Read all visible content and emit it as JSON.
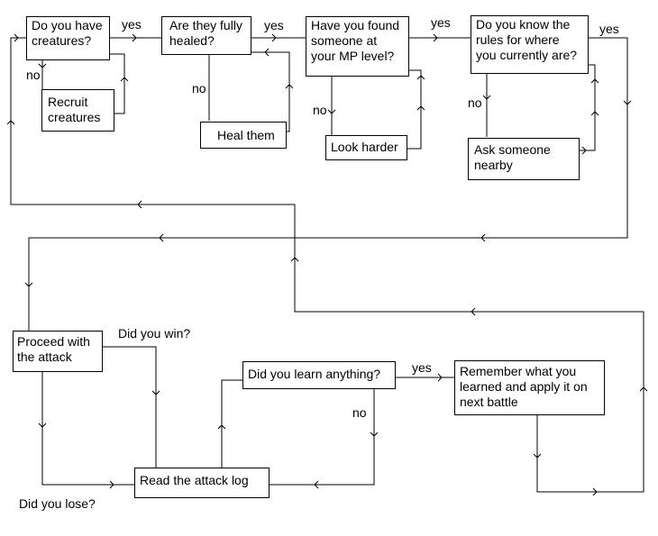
{
  "nodes": {
    "have_creatures": "Do you have\ncreatures?",
    "recruit": "Recruit\ncreatures",
    "fully_healed": "Are they fully\nhealed?",
    "heal_them": "Heal them",
    "found_someone": "Have you found\nsomeone at\nyour MP level?",
    "look_harder": "Look harder",
    "know_rules": "Do you know the\nrules for where\nyou currently are?",
    "ask_someone": "Ask someone\nnearby",
    "proceed": "Proceed with\nthe attack",
    "read_log": "Read the attack log",
    "learn_anything": "Did you learn anything?",
    "remember": "Remember what you\nlearned and apply it on\nnext battle"
  },
  "labels": {
    "yes1": "yes",
    "no1": "no",
    "yes2": "yes",
    "no2": "no",
    "yes3": "yes",
    "no3": "no",
    "yes4": "yes",
    "no4": "no",
    "did_you_win": "Did you win?",
    "did_you_lose": "Did you lose?",
    "yes5": "yes",
    "no5": "no"
  }
}
